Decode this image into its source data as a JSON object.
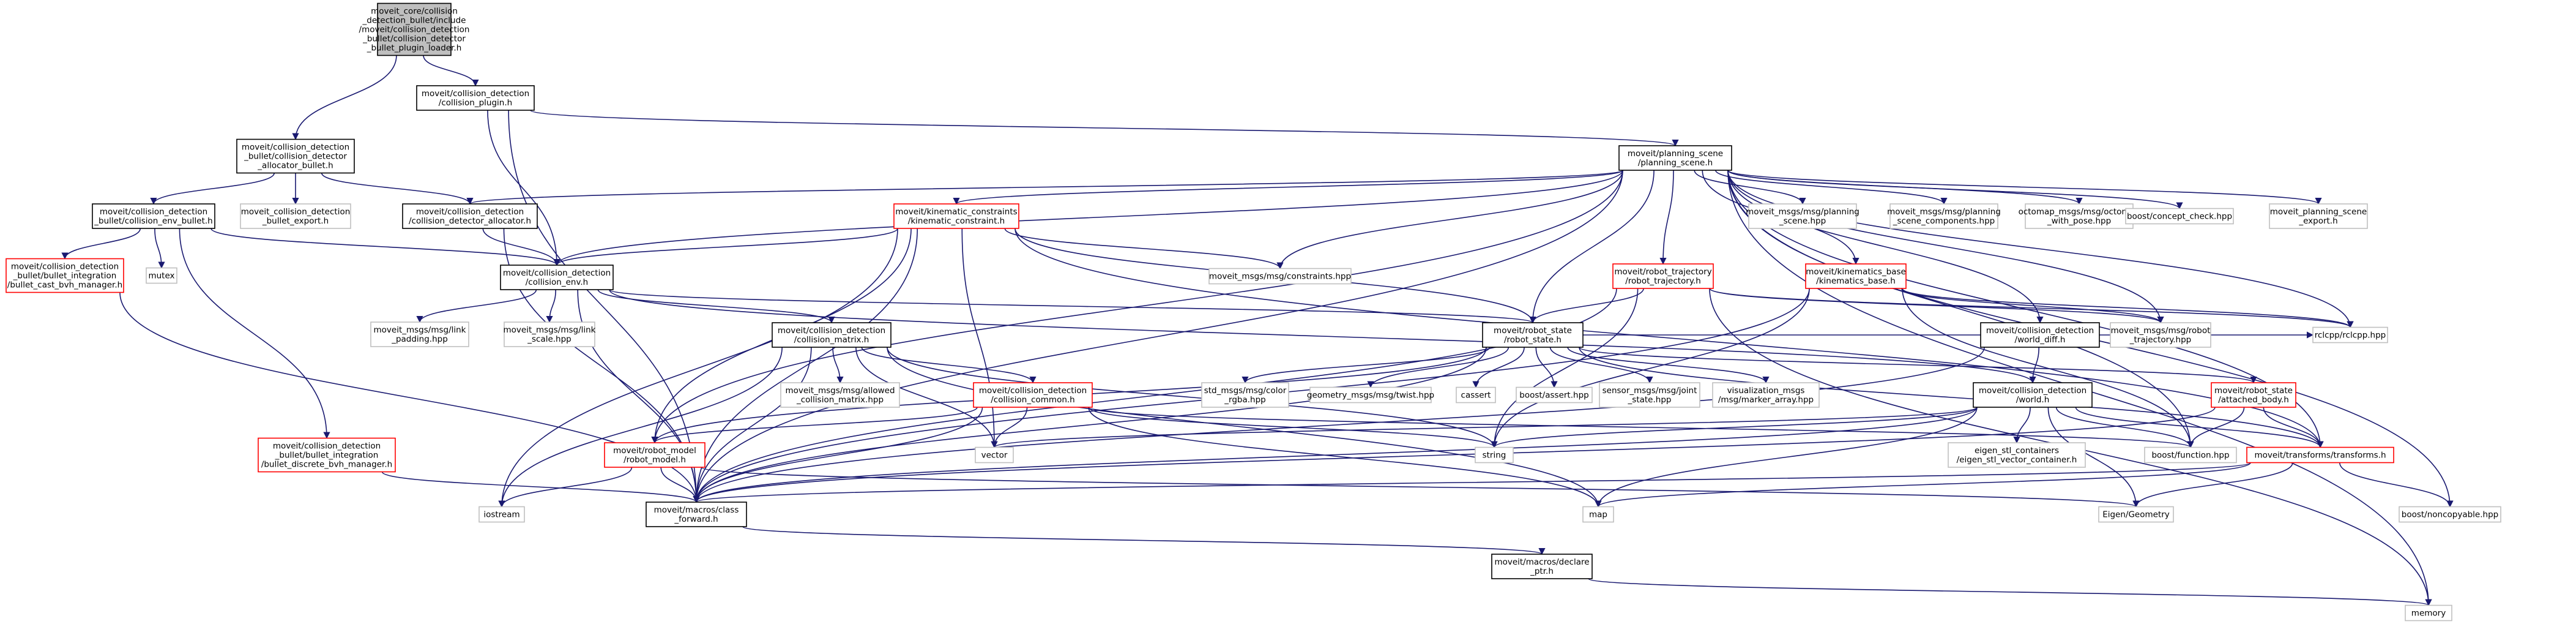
{
  "colors": {
    "edge": "#191970",
    "border_normal": "#000000",
    "border_internal": "#ff0000",
    "border_external": "#bfbfbf",
    "root_fill": "#bfbfbf",
    "fill": "#ffffff"
  },
  "nodes": [
    {
      "id": "root",
      "kind": "root",
      "label": [
        "moveit_core/collision",
        "_detection_bullet/include",
        "/moveit/collision_detection",
        "_bullet/collision_detector",
        "_bullet_plugin_loader.h"
      ]
    },
    {
      "id": "collision_plugin",
      "kind": "normal",
      "label": [
        "moveit/collision_detection",
        "/collision_plugin.h"
      ]
    },
    {
      "id": "allocator_bullet",
      "kind": "normal",
      "label": [
        "moveit/collision_detection",
        "_bullet/collision_detector",
        "_allocator_bullet.h"
      ]
    },
    {
      "id": "planning_scene",
      "kind": "normal",
      "label": [
        "moveit/planning_scene",
        "/planning_scene.h"
      ]
    },
    {
      "id": "env_bullet",
      "kind": "normal",
      "label": [
        "moveit/collision_detection",
        "_bullet/collision_env_bullet.h"
      ]
    },
    {
      "id": "bullet_export",
      "kind": "external",
      "label": [
        "moveit_collision_detection",
        "_bullet_export.h"
      ]
    },
    {
      "id": "detector_allocator",
      "kind": "normal",
      "label": [
        "moveit/collision_detection",
        "/collision_detector_allocator.h"
      ]
    },
    {
      "id": "kinematic_constraint",
      "kind": "internal",
      "label": [
        "moveit/kinematic_constraints",
        "/kinematic_constraint.h"
      ]
    },
    {
      "id": "bullet_cast_bvh",
      "kind": "internal",
      "label": [
        "moveit/collision_detection",
        "_bullet/bullet_integration",
        "/bullet_cast_bvh_manager.h"
      ]
    },
    {
      "id": "mutex",
      "kind": "external",
      "label": [
        "mutex"
      ]
    },
    {
      "id": "collision_env",
      "kind": "normal",
      "label": [
        "moveit/collision_detection",
        "/collision_env.h"
      ]
    },
    {
      "id": "constraints_hpp",
      "kind": "external",
      "label": [
        "moveit_msgs/msg/constraints.hpp"
      ]
    },
    {
      "id": "planning_scene_hpp",
      "kind": "external",
      "label": [
        "moveit_msgs/msg/planning",
        "_scene.hpp"
      ]
    },
    {
      "id": "planning_scene_components",
      "kind": "external",
      "label": [
        "moveit_msgs/msg/planning",
        "_scene_components.hpp"
      ]
    },
    {
      "id": "octomap_with_pose",
      "kind": "external",
      "label": [
        "octomap_msgs/msg/octomap",
        "_with_pose.hpp"
      ]
    },
    {
      "id": "concept_check",
      "kind": "external",
      "label": [
        "boost/concept_check.hpp"
      ]
    },
    {
      "id": "planning_scene_export",
      "kind": "external",
      "label": [
        "moveit_planning_scene",
        "_export.h"
      ]
    },
    {
      "id": "robot_trajectory",
      "kind": "internal",
      "label": [
        "moveit/robot_trajectory",
        "/robot_trajectory.h"
      ]
    },
    {
      "id": "kinematics_base",
      "kind": "internal",
      "label": [
        "moveit/kinematics_base",
        "/kinematics_base.h"
      ]
    },
    {
      "id": "link_padding",
      "kind": "external",
      "label": [
        "moveit_msgs/msg/link",
        "_padding.hpp"
      ]
    },
    {
      "id": "link_scale",
      "kind": "external",
      "label": [
        "moveit_msgs/msg/link",
        "_scale.hpp"
      ]
    },
    {
      "id": "collision_matrix",
      "kind": "normal",
      "label": [
        "moveit/collision_detection",
        "/collision_matrix.h"
      ]
    },
    {
      "id": "robot_state",
      "kind": "normal",
      "label": [
        "moveit/robot_state",
        "/robot_state.h"
      ]
    },
    {
      "id": "world_diff",
      "kind": "normal",
      "label": [
        "moveit/collision_detection",
        "/world_diff.h"
      ]
    },
    {
      "id": "robot_trajectory_hpp",
      "kind": "external",
      "label": [
        "moveit_msgs/msg/robot",
        "_trajectory.hpp"
      ]
    },
    {
      "id": "rclcpp",
      "kind": "external",
      "label": [
        "rclcpp/rclcpp.hpp"
      ]
    },
    {
      "id": "bullet_discrete_bvh",
      "kind": "internal",
      "label": [
        "moveit/collision_detection",
        "_bullet/bullet_integration",
        "/bullet_discrete_bvh_manager.h"
      ]
    },
    {
      "id": "allowed_collision_matrix",
      "kind": "external",
      "label": [
        "moveit_msgs/msg/allowed",
        "_collision_matrix.hpp"
      ]
    },
    {
      "id": "collision_common",
      "kind": "internal",
      "label": [
        "moveit/collision_detection",
        "/collision_common.h"
      ]
    },
    {
      "id": "color_rgba",
      "kind": "external",
      "label": [
        "std_msgs/msg/color",
        "_rgba.hpp"
      ]
    },
    {
      "id": "twist_hpp",
      "kind": "external",
      "label": [
        "geometry_msgs/msg/twist.hpp"
      ]
    },
    {
      "id": "cassert",
      "kind": "external",
      "label": [
        "cassert"
      ]
    },
    {
      "id": "boost_assert",
      "kind": "external",
      "label": [
        "boost/assert.hpp"
      ]
    },
    {
      "id": "joint_state",
      "kind": "external",
      "label": [
        "sensor_msgs/msg/joint",
        "_state.hpp"
      ]
    },
    {
      "id": "marker_array",
      "kind": "external",
      "label": [
        "visualization_msgs",
        "/msg/marker_array.hpp"
      ]
    },
    {
      "id": "world_h",
      "kind": "normal",
      "label": [
        "moveit/collision_detection",
        "/world.h"
      ]
    },
    {
      "id": "attached_body",
      "kind": "internal",
      "label": [
        "moveit/robot_state",
        "/attached_body.h"
      ]
    },
    {
      "id": "robot_model",
      "kind": "internal",
      "label": [
        "moveit/robot_model",
        "/robot_model.h"
      ]
    },
    {
      "id": "vector",
      "kind": "external",
      "label": [
        "vector"
      ]
    },
    {
      "id": "string",
      "kind": "external",
      "label": [
        "string"
      ]
    },
    {
      "id": "eigen_stl",
      "kind": "external",
      "label": [
        "eigen_stl_containers",
        "/eigen_stl_vector_container.h"
      ]
    },
    {
      "id": "boost_function",
      "kind": "external",
      "label": [
        "boost/function.hpp"
      ]
    },
    {
      "id": "transforms",
      "kind": "internal",
      "label": [
        "moveit/transforms/transforms.h"
      ]
    },
    {
      "id": "iostream",
      "kind": "external",
      "label": [
        "iostream"
      ]
    },
    {
      "id": "class_forward",
      "kind": "normal",
      "label": [
        "moveit/macros/class",
        "_forward.h"
      ]
    },
    {
      "id": "map",
      "kind": "external",
      "label": [
        "map"
      ]
    },
    {
      "id": "eigen_geometry",
      "kind": "external",
      "label": [
        "Eigen/Geometry"
      ]
    },
    {
      "id": "noncopyable",
      "kind": "external",
      "label": [
        "boost/noncopyable.hpp"
      ]
    },
    {
      "id": "declare_ptr",
      "kind": "normal",
      "label": [
        "moveit/macros/declare",
        "_ptr.h"
      ]
    },
    {
      "id": "memory",
      "kind": "external",
      "label": [
        "memory"
      ]
    }
  ],
  "edges": [
    [
      "root",
      "allocator_bullet"
    ],
    [
      "root",
      "collision_plugin"
    ],
    [
      "collision_plugin",
      "planning_scene"
    ],
    [
      "collision_plugin",
      "collision_env"
    ],
    [
      "collision_plugin",
      "class_forward"
    ],
    [
      "allocator_bullet",
      "env_bullet"
    ],
    [
      "allocator_bullet",
      "bullet_export"
    ],
    [
      "allocator_bullet",
      "detector_allocator"
    ],
    [
      "env_bullet",
      "bullet_cast_bvh"
    ],
    [
      "env_bullet",
      "mutex"
    ],
    [
      "env_bullet",
      "collision_env"
    ],
    [
      "env_bullet",
      "bullet_discrete_bvh"
    ],
    [
      "bullet_cast_bvh",
      "class_forward"
    ],
    [
      "bullet_discrete_bvh",
      "class_forward"
    ],
    [
      "detector_allocator",
      "collision_env"
    ],
    [
      "detector_allocator",
      "class_forward"
    ],
    [
      "planning_scene",
      "detector_allocator"
    ],
    [
      "planning_scene",
      "kinematic_constraint"
    ],
    [
      "planning_scene",
      "constraints_hpp"
    ],
    [
      "planning_scene",
      "planning_scene_hpp"
    ],
    [
      "planning_scene",
      "planning_scene_components"
    ],
    [
      "planning_scene",
      "octomap_with_pose"
    ],
    [
      "planning_scene",
      "concept_check"
    ],
    [
      "planning_scene",
      "planning_scene_export"
    ],
    [
      "planning_scene",
      "robot_trajectory"
    ],
    [
      "planning_scene",
      "kinematics_base"
    ],
    [
      "planning_scene",
      "robot_state"
    ],
    [
      "planning_scene",
      "world_diff"
    ],
    [
      "planning_scene",
      "robot_trajectory_hpp"
    ],
    [
      "planning_scene",
      "rclcpp"
    ],
    [
      "planning_scene",
      "robot_model"
    ],
    [
      "planning_scene",
      "transforms"
    ],
    [
      "planning_scene",
      "noncopyable"
    ],
    [
      "planning_scene",
      "boost_function"
    ],
    [
      "planning_scene",
      "memory"
    ],
    [
      "planning_scene",
      "class_forward"
    ],
    [
      "planning_scene",
      "collision_env"
    ],
    [
      "kinematic_constraint",
      "collision_env"
    ],
    [
      "kinematic_constraint",
      "constraints_hpp"
    ],
    [
      "kinematic_constraint",
      "robot_state"
    ],
    [
      "kinematic_constraint",
      "robot_model"
    ],
    [
      "kinematic_constraint",
      "vector"
    ],
    [
      "kinematic_constraint",
      "iostream"
    ],
    [
      "kinematic_constraint",
      "class_forward"
    ],
    [
      "kinematic_constraint",
      "transforms"
    ],
    [
      "collision_env",
      "link_padding"
    ],
    [
      "collision_env",
      "link_scale"
    ],
    [
      "collision_env",
      "collision_matrix"
    ],
    [
      "collision_env",
      "robot_state"
    ],
    [
      "collision_env",
      "world_h"
    ],
    [
      "collision_env",
      "class_forward"
    ],
    [
      "collision_matrix",
      "allowed_collision_matrix"
    ],
    [
      "collision_matrix",
      "collision_common"
    ],
    [
      "collision_matrix",
      "vector"
    ],
    [
      "collision_matrix",
      "string"
    ],
    [
      "collision_matrix",
      "map"
    ],
    [
      "collision_matrix",
      "iostream"
    ],
    [
      "collision_matrix",
      "class_forward"
    ],
    [
      "collision_common",
      "robot_model"
    ],
    [
      "collision_common",
      "vector"
    ],
    [
      "collision_common",
      "string"
    ],
    [
      "collision_common",
      "map"
    ],
    [
      "collision_common",
      "boost_function"
    ],
    [
      "collision_common",
      "class_forward"
    ],
    [
      "robot_trajectory",
      "robot_state"
    ],
    [
      "robot_trajectory",
      "robot_trajectory_hpp"
    ],
    [
      "robot_trajectory",
      "rclcpp"
    ],
    [
      "robot_trajectory",
      "memory"
    ],
    [
      "robot_trajectory",
      "class_forward"
    ],
    [
      "robot_trajectory",
      "string"
    ],
    [
      "kinematics_base",
      "robot_trajectory_hpp"
    ],
    [
      "kinematics_base",
      "rclcpp"
    ],
    [
      "kinematics_base",
      "boost_function"
    ],
    [
      "kinematics_base",
      "string"
    ],
    [
      "kinematics_base",
      "class_forward"
    ],
    [
      "robot_state",
      "robot_model"
    ],
    [
      "robot_state",
      "color_rgba"
    ],
    [
      "robot_state",
      "twist_hpp"
    ],
    [
      "robot_state",
      "cassert"
    ],
    [
      "robot_state",
      "boost_assert"
    ],
    [
      "robot_state",
      "joint_state"
    ],
    [
      "robot_state",
      "marker_array"
    ],
    [
      "robot_state",
      "attached_body"
    ],
    [
      "robot_state",
      "rclcpp"
    ],
    [
      "robot_state",
      "transforms"
    ],
    [
      "robot_state",
      "class_forward"
    ],
    [
      "world_diff",
      "world_h"
    ],
    [
      "world_diff",
      "class_forward"
    ],
    [
      "world_h",
      "eigen_stl"
    ],
    [
      "world_h",
      "boost_function"
    ],
    [
      "world_h",
      "transforms"
    ],
    [
      "world_h",
      "vector"
    ],
    [
      "world_h",
      "string"
    ],
    [
      "world_h",
      "map"
    ],
    [
      "world_h",
      "eigen_geometry"
    ],
    [
      "world_h",
      "class_forward"
    ],
    [
      "attached_body",
      "transforms"
    ],
    [
      "attached_body",
      "boost_function"
    ],
    [
      "attached_body",
      "class_forward"
    ],
    [
      "robot_model",
      "iostream"
    ],
    [
      "robot_model",
      "class_forward"
    ],
    [
      "robot_model",
      "eigen_geometry"
    ],
    [
      "transforms",
      "map"
    ],
    [
      "transforms",
      "eigen_geometry"
    ],
    [
      "transforms",
      "noncopyable"
    ],
    [
      "transforms",
      "class_forward"
    ],
    [
      "class_forward",
      "declare_ptr"
    ],
    [
      "declare_ptr",
      "memory"
    ]
  ]
}
